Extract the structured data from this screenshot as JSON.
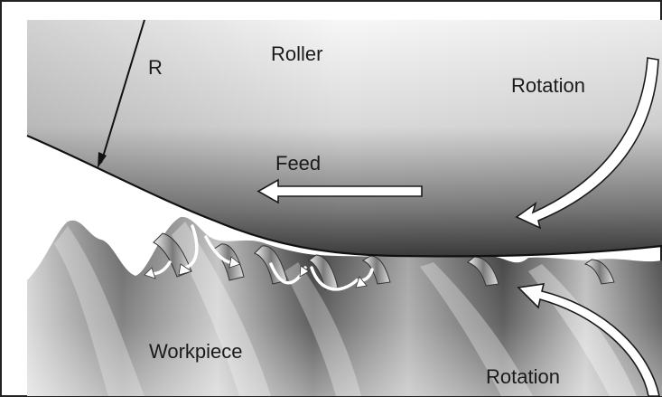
{
  "labels": {
    "radius": "R",
    "roller": "Roller",
    "rotation_top": "Rotation",
    "feed": "Feed",
    "workpiece": "Workpiece",
    "rotation_bottom": "Rotation"
  },
  "colors": {
    "background": "#ffffff",
    "roller_light": "#f2f2f2",
    "roller_dark": "#3c3c3c",
    "workpiece_dark": "#1e1e1e",
    "workpiece_light": "#d8d8d8",
    "arrow_outline": "#1a1a1a"
  }
}
